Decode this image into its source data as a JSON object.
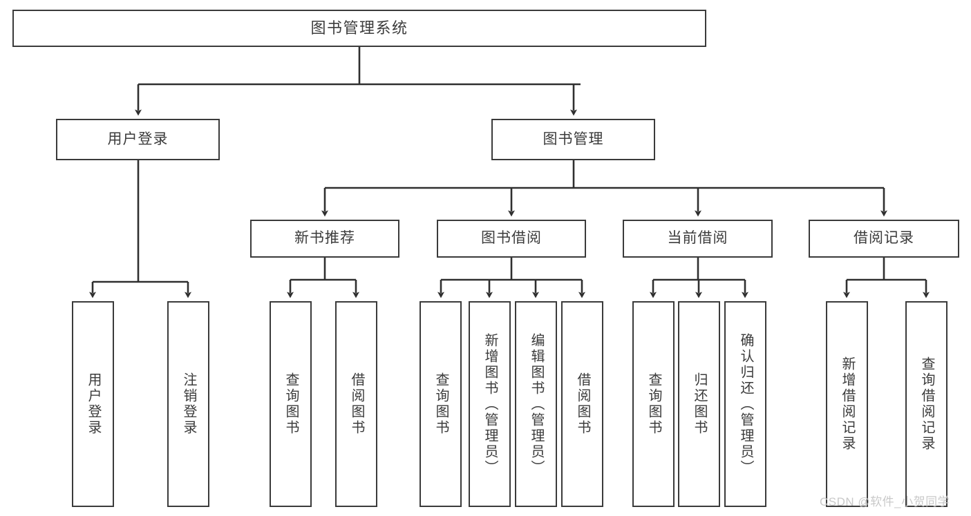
{
  "diagram": {
    "title": "图书管理系统",
    "type": "hierarchy-tree",
    "watermark": "CSDN @软件_小贺同学",
    "colors": {
      "box_border": "#3a3a3a",
      "box_fill": "#ffffff",
      "connector": "#2f2f2f",
      "text": "#3b3b3b",
      "watermark": "#c9c9c9",
      "background": "#ffffff"
    },
    "levels": {
      "root": {
        "label": "图书管理系统"
      },
      "level2": [
        {
          "label": "用户登录"
        },
        {
          "label": "图书管理"
        }
      ],
      "level3": [
        {
          "label": "新书推荐"
        },
        {
          "label": "图书借阅"
        },
        {
          "label": "当前借阅"
        },
        {
          "label": "借阅记录"
        }
      ],
      "leaves": {
        "user_login": [
          {
            "label": "用户登录"
          },
          {
            "label": "注销登录"
          }
        ],
        "new_book_recommend": [
          {
            "label": "查询图书"
          },
          {
            "label": "借阅图书"
          }
        ],
        "book_borrow": [
          {
            "label": "查询图书"
          },
          {
            "label": "新增图书（管理员）"
          },
          {
            "label": "编辑图书（管理员）"
          },
          {
            "label": "借阅图书"
          }
        ],
        "current_borrow": [
          {
            "label": "查询图书"
          },
          {
            "label": "归还图书"
          },
          {
            "label": "确认归还（管理员）"
          }
        ],
        "borrow_record": [
          {
            "label": "新增借阅记录"
          },
          {
            "label": "查询借阅记录"
          }
        ]
      }
    }
  }
}
